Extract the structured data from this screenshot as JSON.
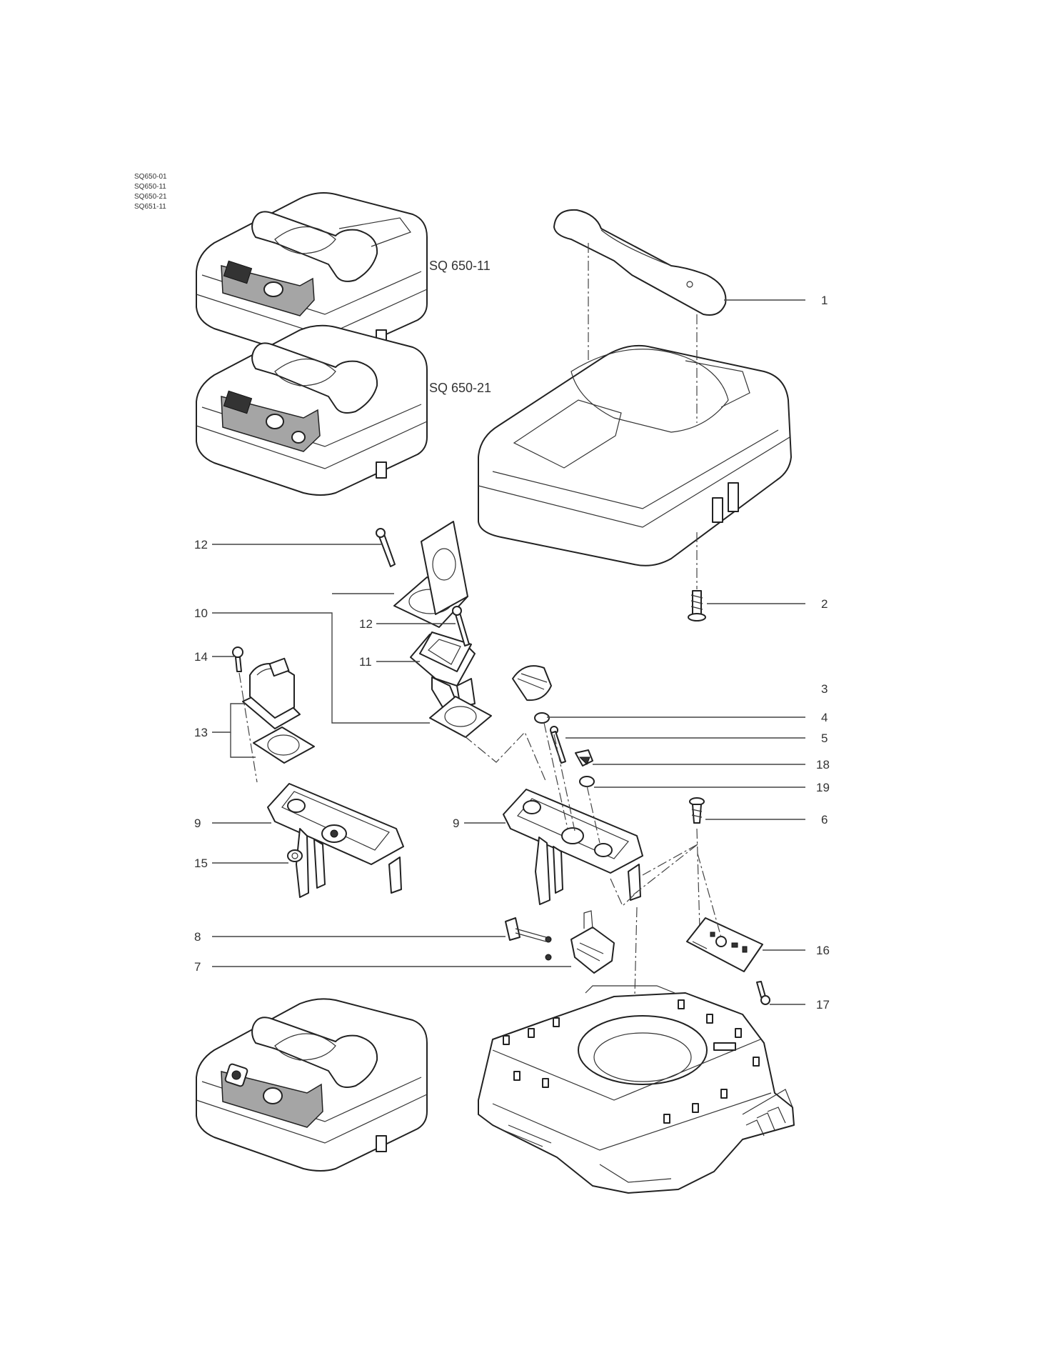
{
  "model_list": [
    "SQ650-01",
    "SQ650-11",
    "SQ650-21",
    "SQ651-11"
  ],
  "variant_labels": [
    "SQ 650-11",
    "SQ 650-21"
  ],
  "callouts": {
    "n1": "1",
    "n2": "2",
    "n3": "3",
    "n4": "4",
    "n5": "5",
    "n6": "6",
    "n7": "7",
    "n8": "8",
    "n9a": "9",
    "n9b": "9",
    "n10": "10",
    "n11": "11",
    "n12a": "12",
    "n12b": "12",
    "n13": "13",
    "n14": "14",
    "n15": "15",
    "n16": "16",
    "n17": "17",
    "n18": "18",
    "n19": "19"
  }
}
